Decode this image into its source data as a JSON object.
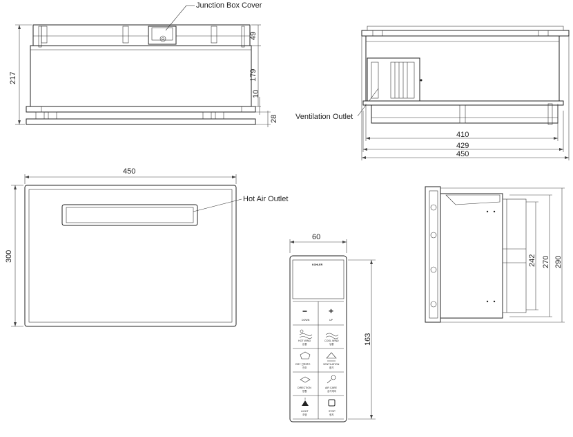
{
  "callouts": {
    "junction_box_cover": "Junction Box Cover",
    "ventilation_outlet": "Ventilation Outlet",
    "hot_air_outlet": "Hot Air Outlet"
  },
  "dimensions": {
    "front_height_total": "217",
    "front_top": "49",
    "front_body": "179",
    "front_flange": "10",
    "front_bottom": "28",
    "side_inner_width": "410",
    "side_mid_width": "429",
    "side_outer_width": "450",
    "top_width": "450",
    "top_height": "300",
    "panel_width": "60",
    "panel_height": "163",
    "end_inner": "242",
    "end_mid": "270",
    "end_outer": "290"
  },
  "remote": {
    "brand": "KOHLER",
    "minus_symbol": "−",
    "plus_symbol": "+",
    "down_label": "DOWN",
    "up_label": "UP",
    "hot_wind_label": "HOT WIND",
    "hot_wind_ko": "온풍",
    "cool_wind_label": "COOL WIND",
    "cool_wind_ko": "냉풍",
    "dry_label": "DRY 건조모드",
    "dry_ko": "건조",
    "ventilation_label": "VENTILATION",
    "ventilation_ko": "환기",
    "direction_label": "DIRECTION",
    "direction_ko": "방향",
    "air_care_label": "AIR CARE",
    "air_care_ko": "공기케어",
    "light_label": "LIGHT",
    "light_ko": "조명",
    "stop_label": "STOP",
    "stop_ko": "정지"
  }
}
